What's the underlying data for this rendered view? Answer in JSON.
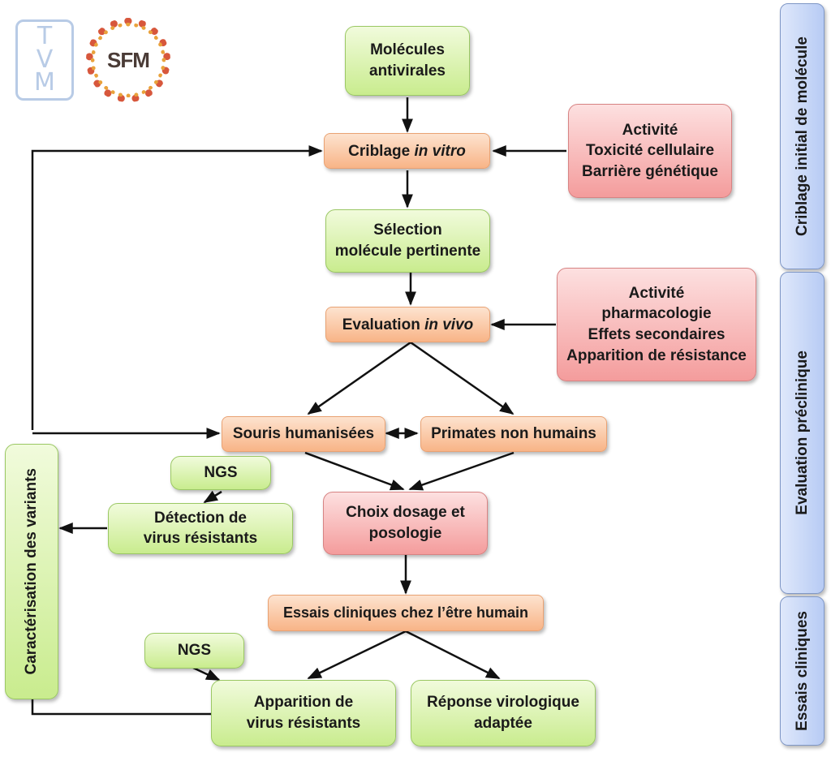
{
  "logos": {
    "tvm": [
      "T",
      "V",
      "M"
    ],
    "sfm": "SFM"
  },
  "nodes": {
    "molecules": [
      "Molécules",
      "antivirales"
    ],
    "criblage": {
      "text": "Criblage ",
      "italic": "in vitro"
    },
    "criblage_params": [
      "Activité",
      "Toxicité cellulaire",
      "Barrière génétique"
    ],
    "selection": [
      "Sélection",
      "molécule pertinente"
    ],
    "evaluation": {
      "text": "Evaluation ",
      "italic": "in vivo"
    },
    "evaluation_params": [
      "Activité",
      "pharmacologie",
      "Effets secondaires",
      "Apparition de résistance"
    ],
    "souris": "Souris humanisées",
    "primates": "Primates non humains",
    "ngs_top": "NGS",
    "detection": [
      "Détection de",
      "virus résistants"
    ],
    "choix": [
      "Choix dosage et",
      "posologie"
    ],
    "essais": "Essais cliniques chez l’être humain",
    "ngs_bottom": "NGS",
    "apparition": [
      "Apparition de",
      "virus résistants"
    ],
    "reponse": [
      "Réponse virologique",
      "adaptée"
    ],
    "caracterisation": "Caractérisation des variants"
  },
  "phases": [
    {
      "label": "Criblage initial de molécule"
    },
    {
      "label": "Evaluation préclinique"
    },
    {
      "label": "Essais cliniques"
    }
  ],
  "colors": {
    "green": "#c9ec8e",
    "orange": "#f8b487",
    "pink": "#f49c9c",
    "blue": "#b7cbf4",
    "arrow": "#111111"
  }
}
